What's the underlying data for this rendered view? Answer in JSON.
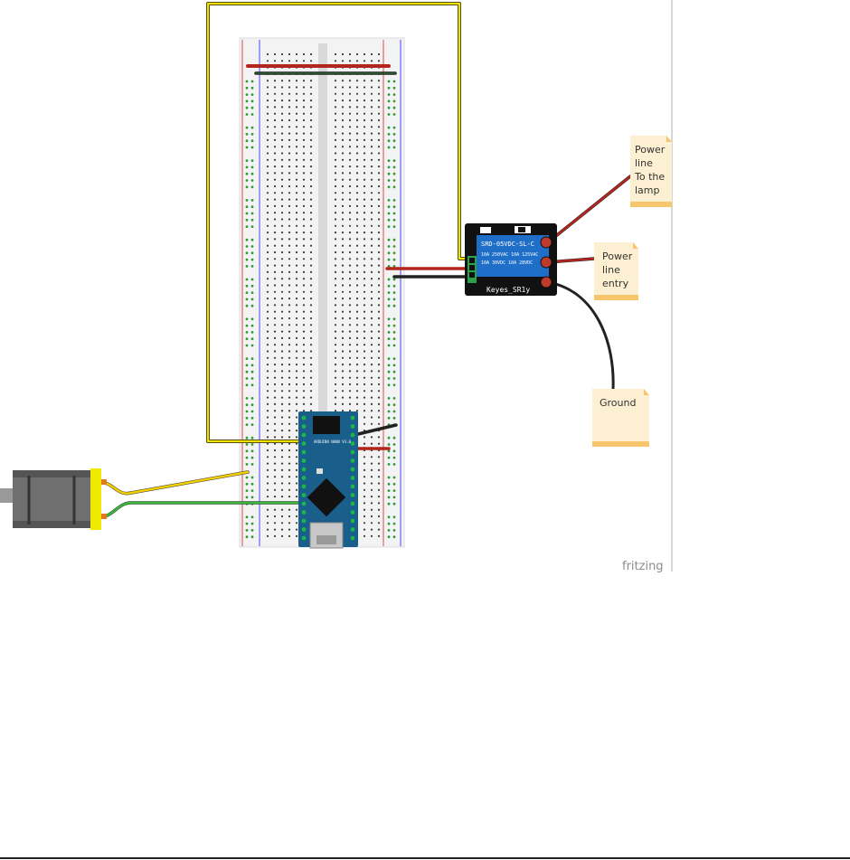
{
  "notes": {
    "lamp": [
      "Power",
      "line",
      "To the",
      "lamp"
    ],
    "entry": [
      "Power",
      "line",
      "entry"
    ],
    "ground": [
      "Ground"
    ]
  },
  "relay_label": "Keyes_SR1y",
  "relay_text": {
    "line1": "SRD-05VDC-SL-C",
    "line2": "10A 250VAC  10A 125VAC",
    "line3": "10A 30VDC  10A 28VDC"
  },
  "arduino_label": "ARDUINO NANO V3.0",
  "brand": "fritzing",
  "colors": {
    "yellow_wire": "#f2e000",
    "red_wire": "#b3261e",
    "black_wire": "#1a1a1a",
    "green_wire": "#3cb53c",
    "breadboard": "#f4f4f4",
    "relay_board": "#111111",
    "relay_blue": "#1f6fc9",
    "arduino": "#1a5e8c",
    "note": "#fdf0d2",
    "note_fold": "#f7c56b"
  },
  "icons": [
    "breadboard",
    "relay-module",
    "arduino-nano",
    "dc-motor"
  ]
}
